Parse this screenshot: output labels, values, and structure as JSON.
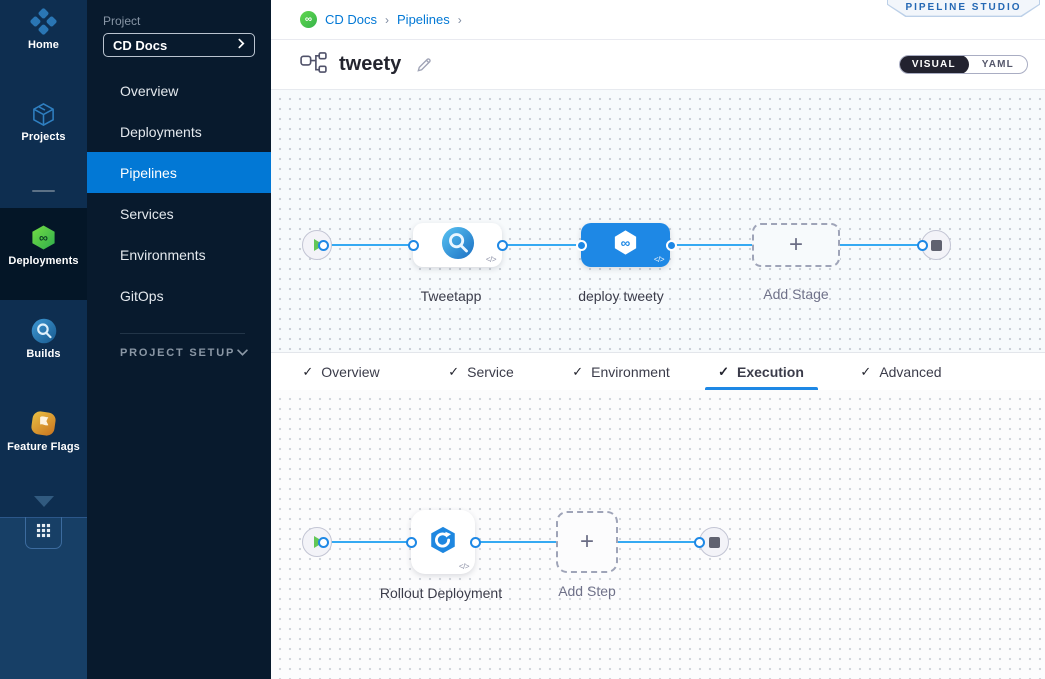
{
  "colors": {
    "accent": "#0278d5",
    "selected_stage_fill": "#1e88e5",
    "connector_line": "#35a9f2",
    "rail_background": "#0e2e50",
    "projnav_background": "#081a2d",
    "deploy_green": "#36b44a"
  },
  "rail": {
    "items": [
      {
        "label": "Home"
      },
      {
        "label": "Projects"
      },
      {
        "label": "Deployments",
        "selected": true
      },
      {
        "label": "Builds"
      },
      {
        "label": "Feature Flags"
      }
    ]
  },
  "project_nav": {
    "section_label": "Project",
    "project_name": "CD Docs",
    "items": [
      {
        "label": "Overview"
      },
      {
        "label": "Deployments"
      },
      {
        "label": "Pipelines",
        "selected": true
      },
      {
        "label": "Services"
      },
      {
        "label": "Environments"
      },
      {
        "label": "GitOps"
      }
    ],
    "setup_label": "PROJECT SETUP"
  },
  "header": {
    "breadcrumb": {
      "project": "CD Docs",
      "section": "Pipelines",
      "separator": "›"
    },
    "badge": "PIPELINE STUDIO",
    "pipeline_name": "tweety",
    "view_toggle": {
      "visual": "VISUAL",
      "yaml": "YAML",
      "active": "VISUAL"
    }
  },
  "stage_pipeline": {
    "stages": [
      {
        "name": "Tweetapp",
        "selected": false
      },
      {
        "name": "deploy tweety",
        "selected": true
      }
    ],
    "add_stage_label": "Add Stage",
    "plus_glyph": "+",
    "code_glyph": "</>",
    "infinity_glyph": "∞"
  },
  "tabs": {
    "check_glyph": "✓",
    "items": [
      {
        "label": "Overview",
        "checked": true
      },
      {
        "label": "Service",
        "checked": true
      },
      {
        "label": "Environment",
        "checked": true
      },
      {
        "label": "Execution",
        "checked": true,
        "active": true
      },
      {
        "label": "Advanced",
        "checked": true
      }
    ]
  },
  "execution": {
    "steps": [
      {
        "name": "Rollout Deployment"
      }
    ],
    "add_step_label": "Add Step",
    "plus_glyph": "+",
    "code_glyph": "</>"
  }
}
